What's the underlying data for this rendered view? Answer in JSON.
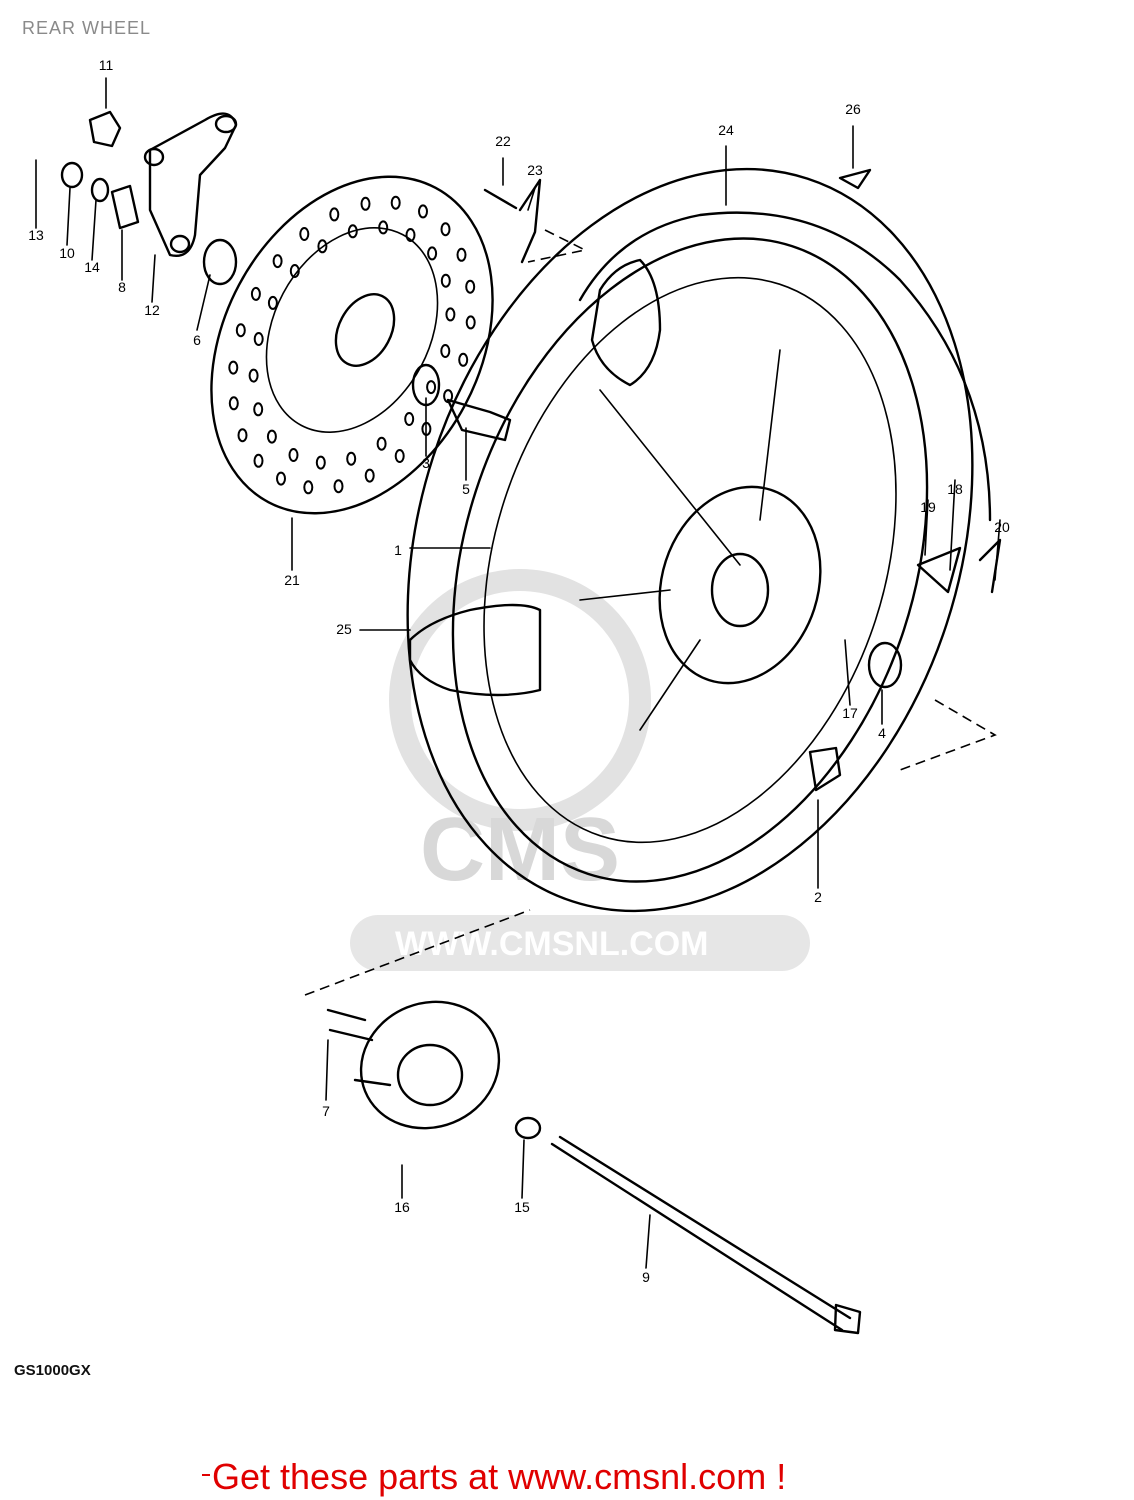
{
  "page": {
    "title": "REAR WHEEL",
    "model": "GS1000GX",
    "cta": "Get these parts at www.cmsnl.com !"
  },
  "watermark": {
    "logo": "CMS",
    "url": "WWW.CMSNL.COM"
  },
  "diagram": {
    "labels": [
      "1",
      "2",
      "3",
      "4",
      "5",
      "6",
      "7",
      "8",
      "9",
      "10",
      "11",
      "12",
      "13",
      "14",
      "15",
      "16",
      "17",
      "18",
      "19",
      "20",
      "21",
      "22",
      "23",
      "24",
      "25",
      "26"
    ]
  },
  "colors": {
    "ink": "#000000",
    "cta": "#e00000",
    "watermark": "#d8d8d8",
    "title": "#8a8a8a"
  }
}
